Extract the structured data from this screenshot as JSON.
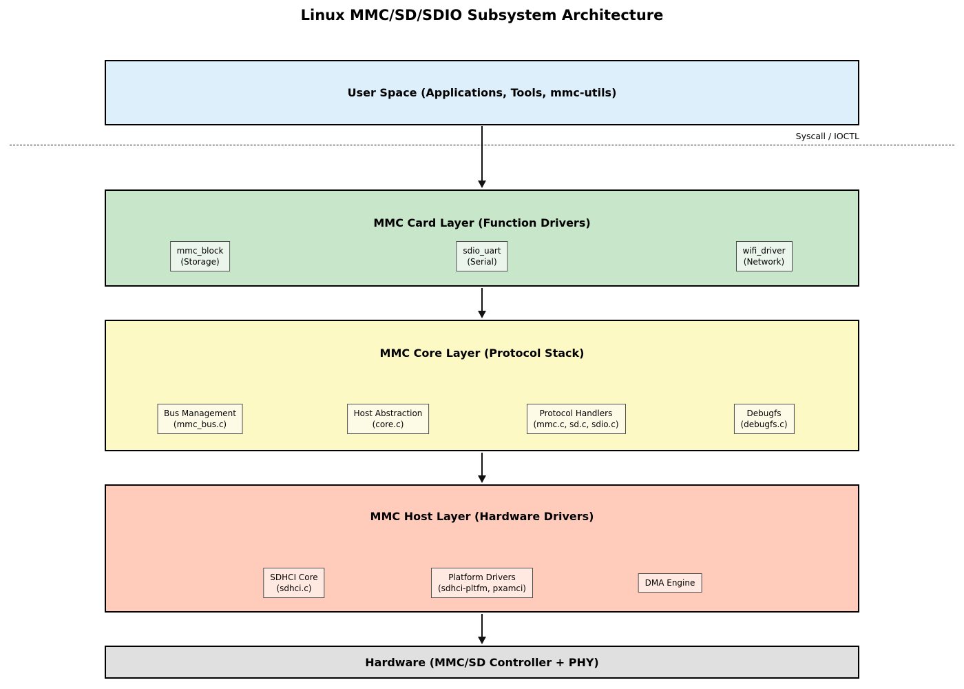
{
  "title": "Linux MMC/SD/SDIO Subsystem Architecture",
  "divider": {
    "label": "Syscall / IOCTL"
  },
  "layers": [
    {
      "id": "user-space",
      "title": "User Space (Applications, Tools, mmc-utils)",
      "fill": "#ddeffa",
      "children": []
    },
    {
      "id": "mmc-card-layer",
      "title": "MMC Card Layer (Function Drivers)",
      "fill": "#c8e6c9",
      "child_fill": "#ebf5eb",
      "children": [
        {
          "name": "mmc_block",
          "detail": "(Storage)"
        },
        {
          "name": "sdio_uart",
          "detail": "(Serial)"
        },
        {
          "name": "wifi_driver",
          "detail": "(Network)"
        }
      ]
    },
    {
      "id": "mmc-core-layer",
      "title": "MMC Core Layer (Protocol Stack)",
      "fill": "#fdf9c4",
      "child_fill": "#fdfae6",
      "children": [
        {
          "name": "Bus Management",
          "detail": "(mmc_bus.c)"
        },
        {
          "name": "Host Abstraction",
          "detail": "(core.c)"
        },
        {
          "name": "Protocol Handlers",
          "detail": "(mmc.c, sd.c, sdio.c)"
        },
        {
          "name": "Debugfs",
          "detail": "(debugfs.c)"
        }
      ]
    },
    {
      "id": "mmc-host-layer",
      "title": "MMC Host Layer (Hardware Drivers)",
      "fill": "#ffccbc",
      "child_fill": "#ffe9e1",
      "children": [
        {
          "name": "SDHCI Core",
          "detail": "(sdhci.c)"
        },
        {
          "name": "Platform Drivers",
          "detail": "(sdhci-pltfm, pxamci)"
        },
        {
          "name": "DMA Engine"
        }
      ]
    },
    {
      "id": "hardware",
      "title": "Hardware (MMC/SD Controller + PHY)",
      "fill": "#e0e0e0",
      "children": []
    }
  ]
}
